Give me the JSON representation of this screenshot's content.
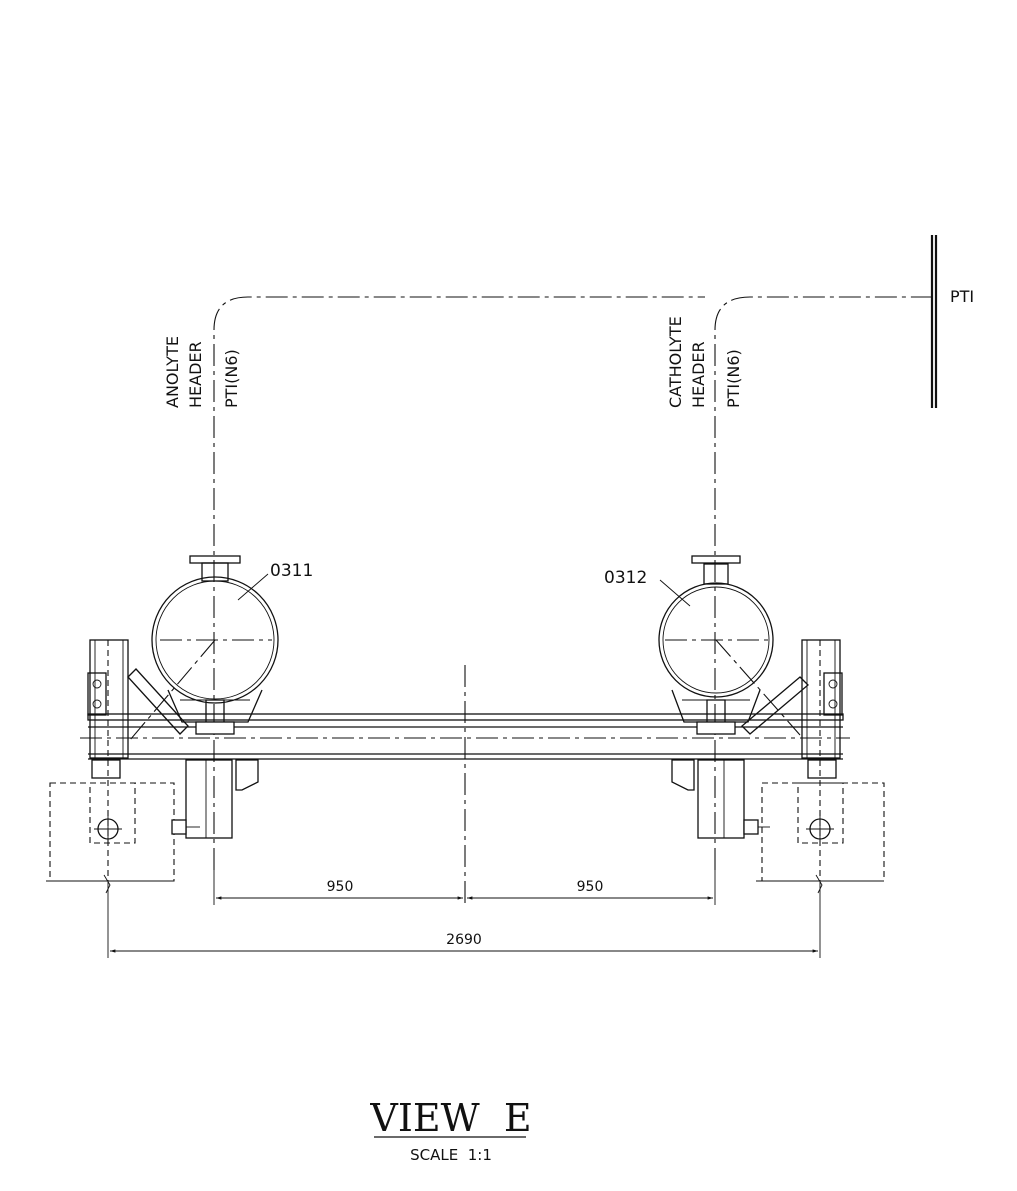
{
  "labels": {
    "pti_right": "PTI",
    "anolyte_line1": "ANOLYTE",
    "anolyte_line2": "HEADER",
    "anolyte_line3": "PTI(N6)",
    "catholyte_line1": "CATHOLYTE",
    "catholyte_line2": "HEADER",
    "catholyte_line3": "PTI(N6)",
    "tag_left": "0311",
    "tag_right": "0312"
  },
  "dimensions": {
    "left_span": "950",
    "right_span": "950",
    "overall": "2690"
  },
  "title_block": {
    "view": "VIEW  E",
    "scale": "SCALE  1:1"
  }
}
